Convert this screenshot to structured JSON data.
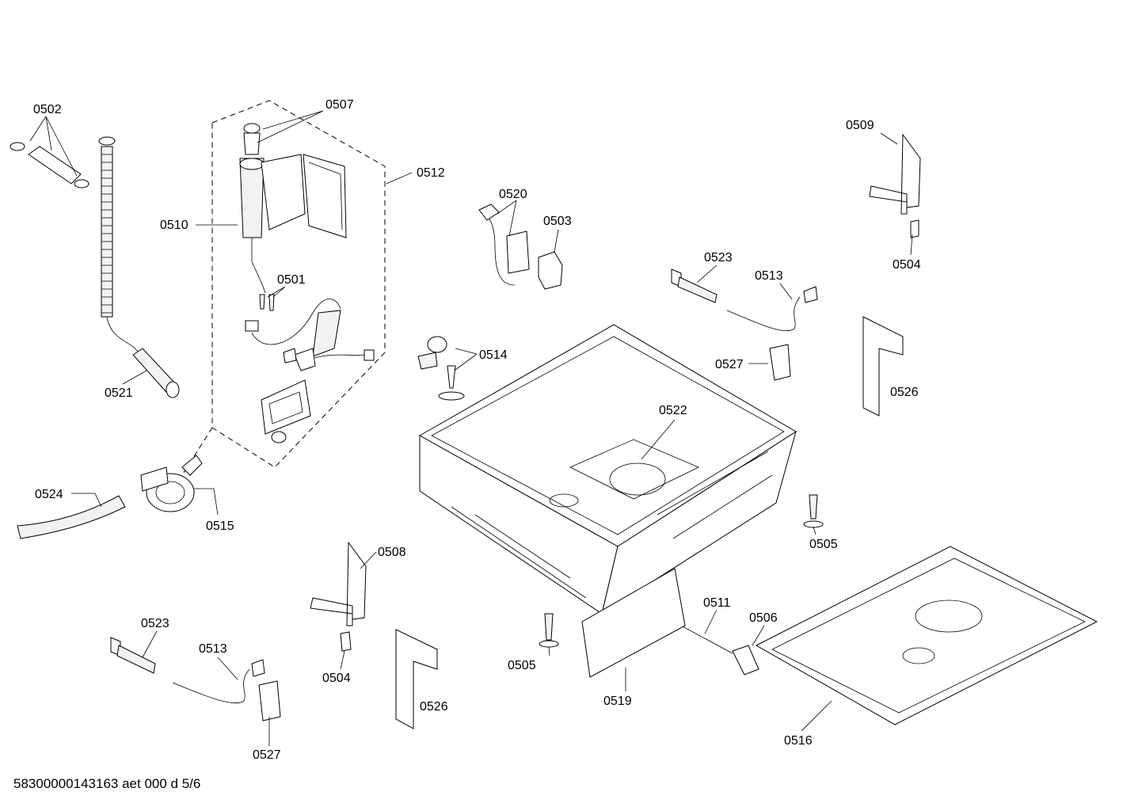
{
  "document_id": "58300000143163 aet 000 d 5/6",
  "labels": {
    "p0502": "0502",
    "p0507": "0507",
    "p0512": "0512",
    "p0510": "0510",
    "p0501": "0501",
    "p0521": "0521",
    "p0524": "0524",
    "p0515": "0515",
    "p0520": "0520",
    "p0503": "0503",
    "p0514": "0514",
    "p0523_top": "0523",
    "p0513_top": "0513",
    "p0527_top": "0527",
    "p0509": "0509",
    "p0504_top": "0504",
    "p0526_right": "0526",
    "p0522": "0522",
    "p0505_right": "0505",
    "p0508": "0508",
    "p0504_bottom": "0504",
    "p0523_bottom": "0523",
    "p0513_bottom": "0513",
    "p0527_bottom": "0527",
    "p0526_bottom": "0526",
    "p0505_bottom": "0505",
    "p0519": "0519",
    "p0511": "0511",
    "p0506": "0506",
    "p0516": "0516"
  }
}
